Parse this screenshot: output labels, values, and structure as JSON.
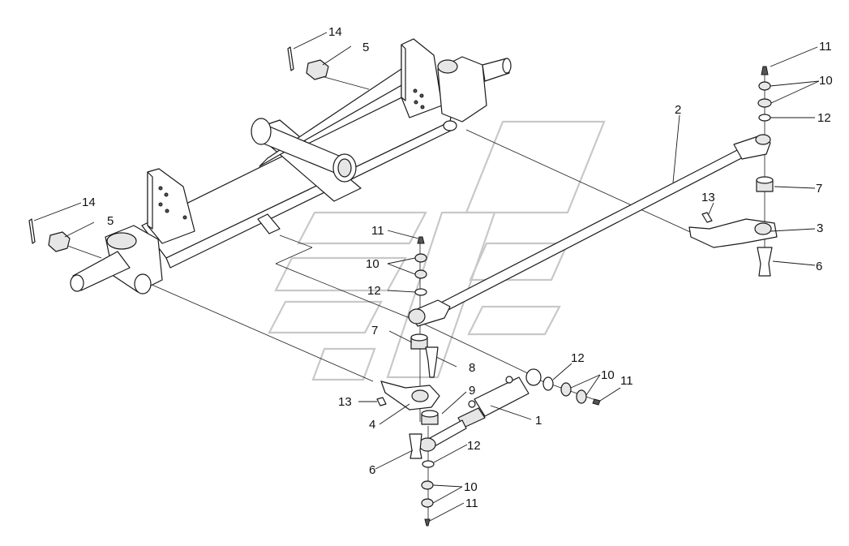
{
  "diagram": {
    "type": "exploded-parts-diagram",
    "callouts": {
      "c1": "1",
      "c2": "2",
      "c3": "3",
      "c4": "4",
      "c5_top": "5",
      "c5_left": "5",
      "c6_right": "6",
      "c6_bottom": "6",
      "c7_right": "7",
      "c7_center": "7",
      "c8": "8",
      "c9": "9",
      "c10_top_right": "10",
      "c10_center": "10",
      "c10_cyl": "10",
      "c10_bottom": "10",
      "c11_top_right": "11",
      "c11_center": "11",
      "c11_cyl": "11",
      "c11_bottom": "11",
      "c12_top_right": "12",
      "c12_center": "12",
      "c12_cyl": "12",
      "c12_bottom": "12",
      "c13_right": "13",
      "c13_left": "13",
      "c14_top": "14",
      "c14_left": "14"
    },
    "colors": {
      "line": "#1a1a1a",
      "fill": "#ffffff",
      "shade": "#e6e6e6",
      "watermark": "#c8c8c8"
    }
  }
}
